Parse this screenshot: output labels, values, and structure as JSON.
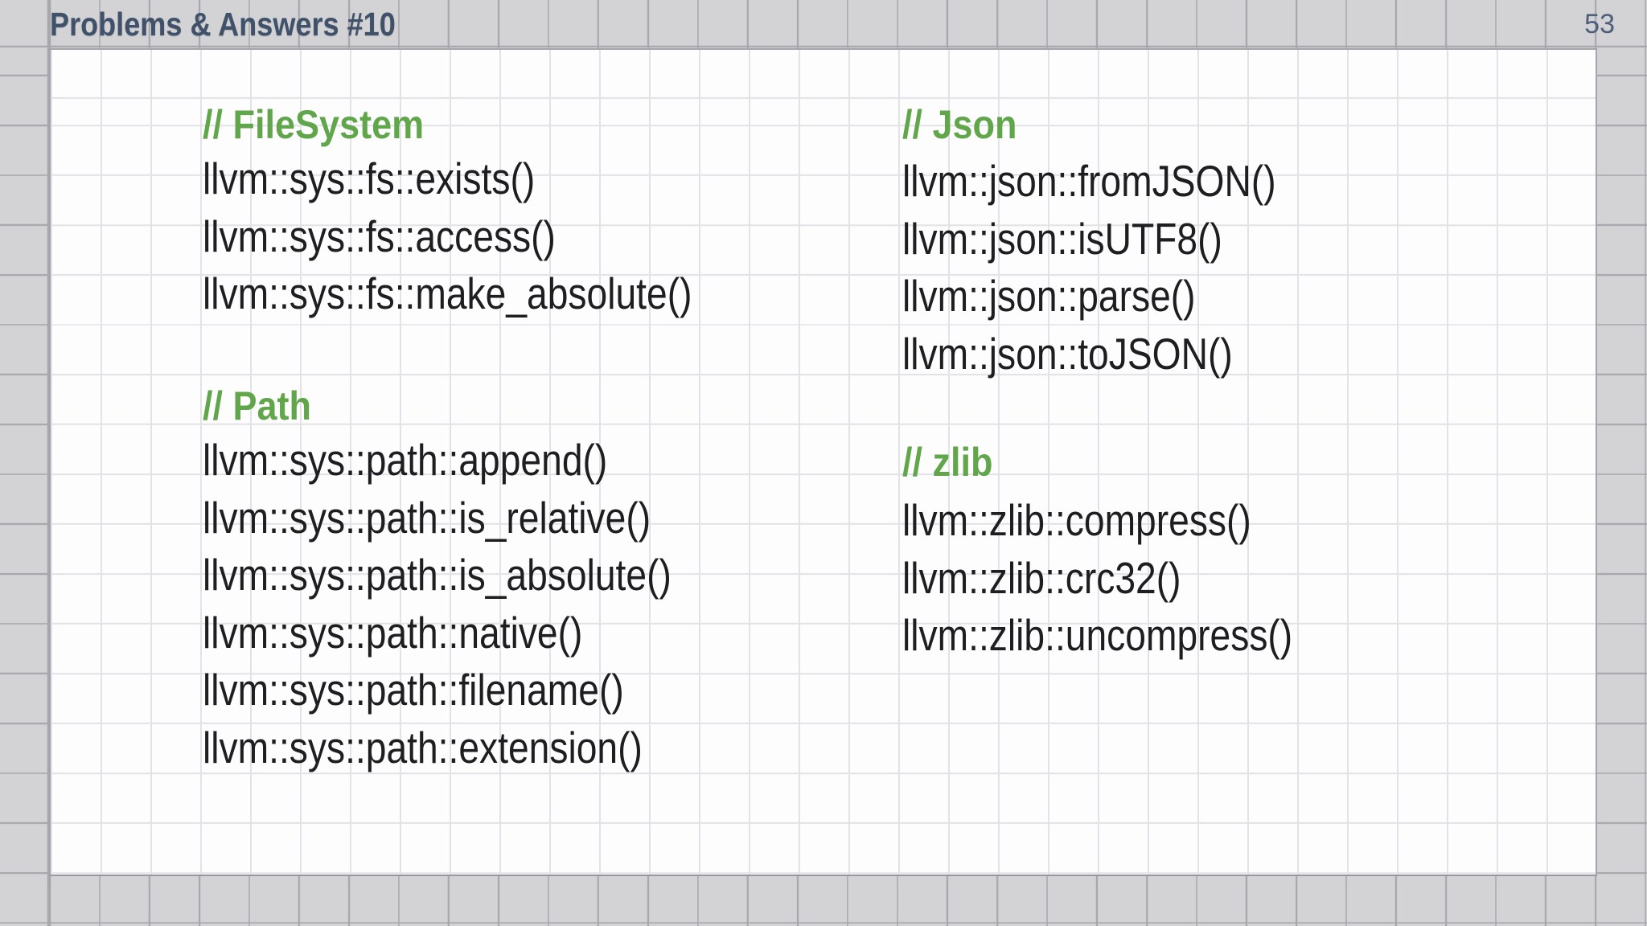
{
  "slide": {
    "title": "Problems & Answers #10",
    "page_number": "53"
  },
  "colors": {
    "title_text": "#40516a",
    "page_number_text": "#4e5f7a",
    "heading_green": "#62a64b",
    "code_text": "#1e1e20",
    "background_gray": "#d3d2d5",
    "surface_white": "#fdfdfe"
  },
  "sections": [
    {
      "heading": "// FileSystem",
      "column": "left",
      "items": [
        "llvm::sys::fs::exists()",
        "llvm::sys::fs::access()",
        "llvm::sys::fs::make_absolute()"
      ]
    },
    {
      "heading": "// Path",
      "column": "left",
      "items": [
        "llvm::sys::path::append()",
        "llvm::sys::path::is_relative()",
        "llvm::sys::path::is_absolute()",
        "llvm::sys::path::native()",
        "llvm::sys::path::filename()",
        "llvm::sys::path::extension()"
      ]
    },
    {
      "heading": "// Json",
      "column": "right",
      "items": [
        "llvm::json::fromJSON()",
        "llvm::json::isUTF8()",
        "llvm::json::parse()",
        "llvm::json::toJSON()"
      ]
    },
    {
      "heading": "// zlib",
      "column": "right",
      "items": [
        "llvm::zlib::compress()",
        "llvm::zlib::crc32()",
        "llvm::zlib::uncompress()"
      ]
    }
  ]
}
